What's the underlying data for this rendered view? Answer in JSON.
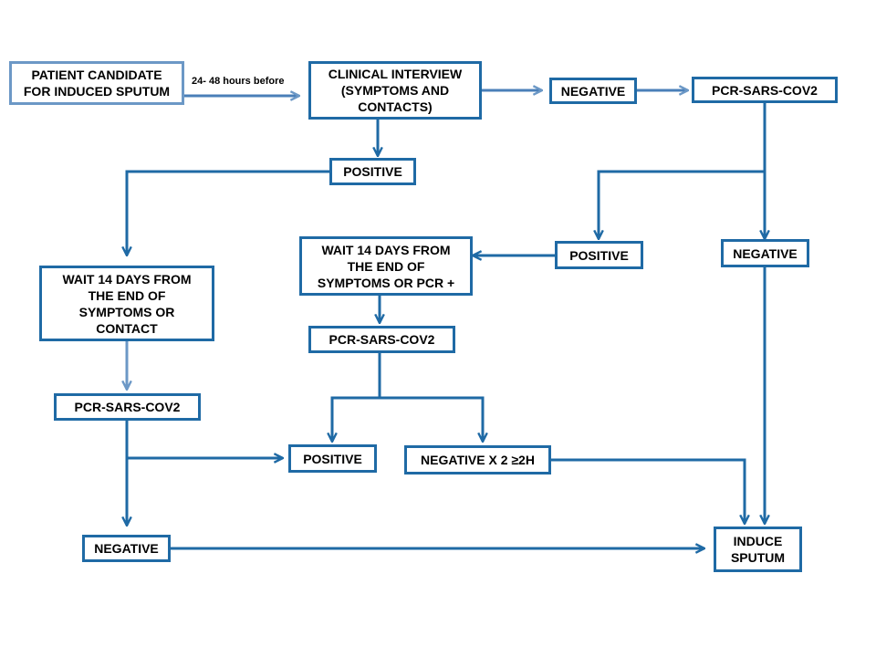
{
  "colors": {
    "stroke": "#1f6aa5",
    "stroke_light": "#6c98c6"
  },
  "nodes": {
    "patient": "PATIENT CANDIDATE\nFOR INDUCED SPUTUM",
    "interview": "CLINICAL INTERVIEW\n(SYMPTOMS AND\nCONTACTS)",
    "neg_top": "NEGATIVE",
    "pcr_top": "PCR-SARS-COV2",
    "pos_interview": "POSITIVE",
    "pos_pcr_top": "POSITIVE",
    "neg_right": "NEGATIVE",
    "wait_contact": "WAIT 14 DAYS FROM\nTHE END OF\nSYMPTOMS OR\nCONTACT",
    "wait_pcr": "WAIT 14 DAYS FROM\nTHE END OF\nSYMPTOMS OR PCR +",
    "pcr_mid": "PCR-SARS-COV2",
    "pcr_left": "PCR-SARS-COV2",
    "pos_bottom": "POSITIVE",
    "neg_x2": "NEGATIVE X 2 ≥2H",
    "neg_bottom": "NEGATIVE",
    "induce": "INDUCE\nSPUTUM"
  },
  "edge_labels": {
    "timing": "24- 48 hours before"
  }
}
